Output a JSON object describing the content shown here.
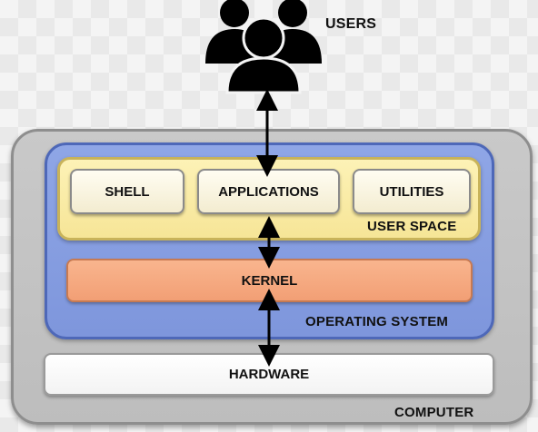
{
  "users": {
    "label": "USERS"
  },
  "user_space": {
    "label": "USER SPACE",
    "items": [
      {
        "label": "SHELL"
      },
      {
        "label": "APPLICATIONS"
      },
      {
        "label": "UTILITIES"
      }
    ]
  },
  "kernel": {
    "label": "KERNEL"
  },
  "operating_system": {
    "label": "OPERATING SYSTEM"
  },
  "hardware": {
    "label": "HARDWARE"
  },
  "computer": {
    "label": "COMPUTER"
  },
  "icons": {
    "users": "users-group-icon"
  },
  "colors": {
    "computer": "#c4c4c4",
    "operating_system": "#879ee1",
    "user_space": "#f9ebaa",
    "kernel": "#f5a980",
    "hardware": "#ffffff",
    "arrow": "#000000"
  }
}
